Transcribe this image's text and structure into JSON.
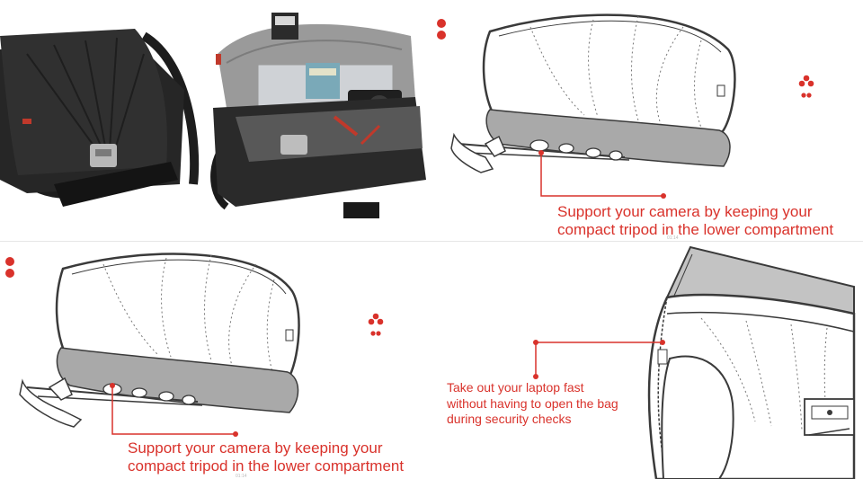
{
  "panels": {
    "tripod_top": {
      "caption_line1": "Support your camera by keeping your",
      "caption_line2": "compact tripod in the lower compartment",
      "stamp": "01:14"
    },
    "tripod_bottom": {
      "caption_line1": "Support your camera by keeping your",
      "caption_line2": "compact tripod in the lower compartment",
      "stamp": "01:14"
    },
    "laptop": {
      "caption_line1": "Take out your laptop fast",
      "caption_line2": "without having to open the bag",
      "caption_line3": "during security checks"
    }
  },
  "colors": {
    "accent": "#d9322b",
    "bag_dark": "#222222",
    "bag_gray": "#8d8d8d",
    "line": "#3a3a3a"
  },
  "icons": [
    "clover-logo-icon",
    "red-dots-icon"
  ]
}
